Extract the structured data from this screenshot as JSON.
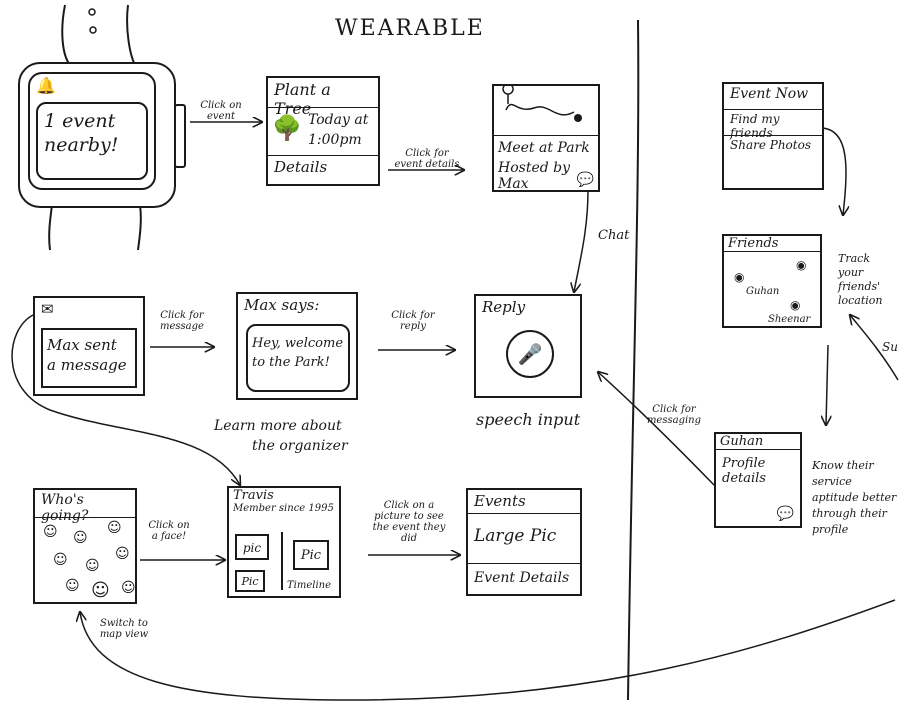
{
  "title": "WEARABLE",
  "watch": {
    "line1": "1 event",
    "line2": "nearby!"
  },
  "screens": {
    "plant": {
      "title": "Plant a Tree",
      "when1": "Today at",
      "when2": "1:00pm",
      "details": "Details"
    },
    "map": {
      "line1": "Meet at Park",
      "line2": "Hosted by Max"
    },
    "message": {
      "line1": "Max sent",
      "line2": "a message"
    },
    "maxsays": {
      "header": "Max says:",
      "line1": "Hey, welcome",
      "line2": "to the Park!"
    },
    "reply": {
      "header": "Reply"
    },
    "whosgoing": {
      "header": "Who's going?"
    },
    "travis": {
      "name": "Travis",
      "member": "Member since 1995",
      "pic": "pic",
      "pic2": "Pic",
      "pic3": "Pic",
      "timeline": "Timeline"
    },
    "events": {
      "header": "Events",
      "large": "Large Pic",
      "details": "Event Details"
    },
    "menu": {
      "item1": "Event Now",
      "item2": "Find my friends",
      "item3": "Share Photos"
    },
    "friends": {
      "header": "Friends",
      "name1": "Guhan",
      "name2": "Sheenar"
    },
    "guhan": {
      "header": "Guhan",
      "line1": "Profile",
      "line2": "details"
    }
  },
  "notes": {
    "click_event": "Click on event",
    "click_details": "Click for event details",
    "chat": "Chat",
    "click_message": "Click for message",
    "click_reply": "Click for reply",
    "learn1": "Learn more about",
    "learn2": "the organizer",
    "speech": "speech input",
    "click_face": "Click on a face!",
    "click_picture": "Click on a picture to see the event they did",
    "switch": "Switch to map view",
    "click_messaging": "Click for messaging",
    "track": "Track your friends' location",
    "know": "Know their service aptitude better through their profile",
    "su": "Su"
  }
}
